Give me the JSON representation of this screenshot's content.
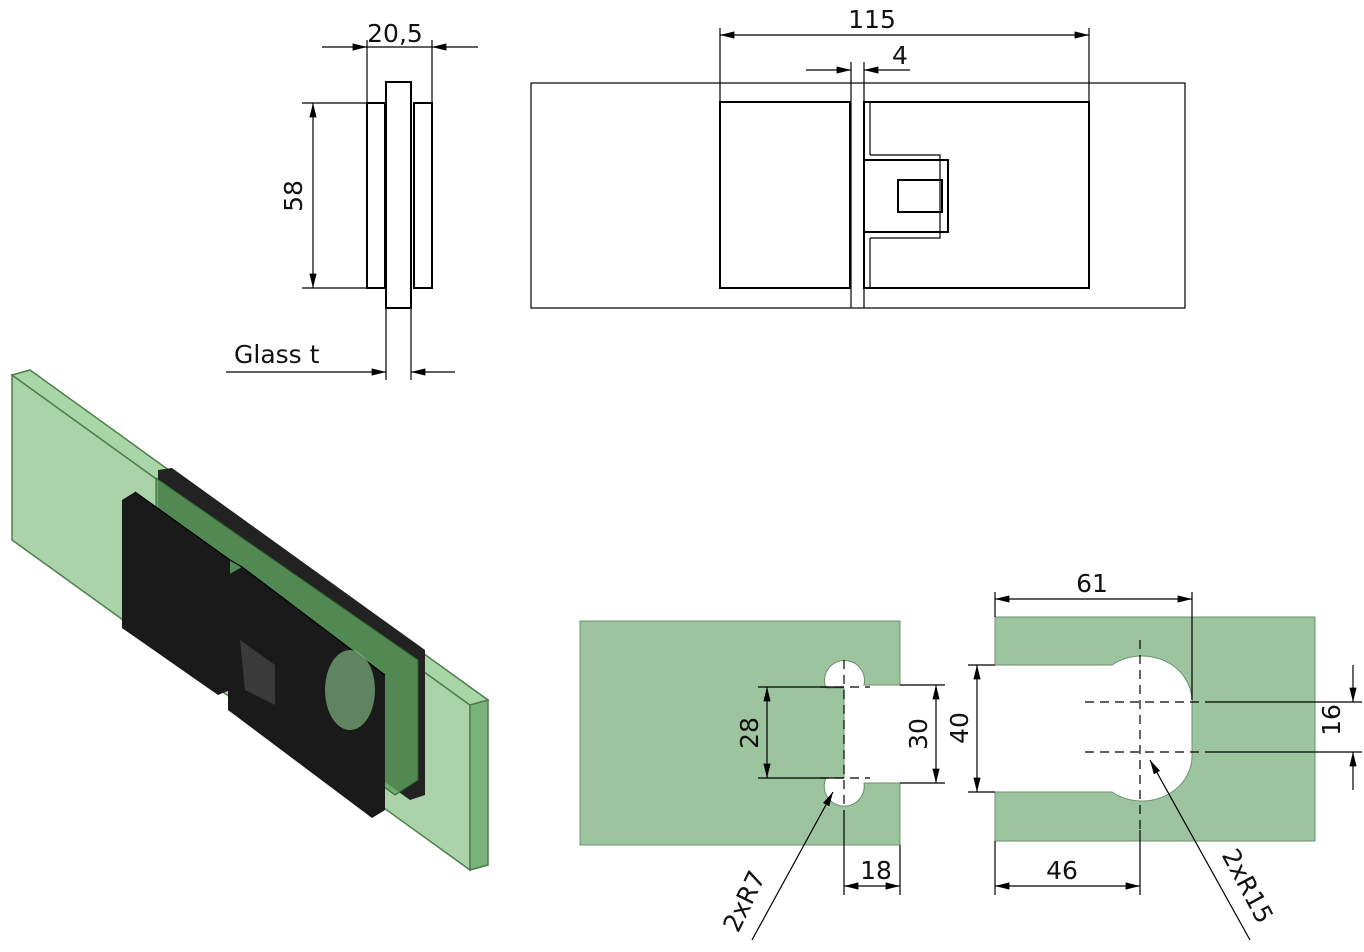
{
  "dimensions": {
    "side_width": "20,5",
    "side_height": "58",
    "glass_thickness": "Glass t",
    "overall_length": "115",
    "gap": "4",
    "left_notch_spacing": "28",
    "left_cutout_height": "30",
    "left_radius": "2xR7",
    "left_cutout_depth": "18",
    "right_cutout_height": "40",
    "right_cutout_length": "61",
    "right_center_spacing": "16",
    "right_center_offset": "46",
    "right_radius": "2xR15"
  },
  "colors": {
    "glass_fill": "#9cc49e",
    "glass_iso_fill": "#8fc48e",
    "hinge_body": "#1a1a1a",
    "line": "#000000"
  }
}
